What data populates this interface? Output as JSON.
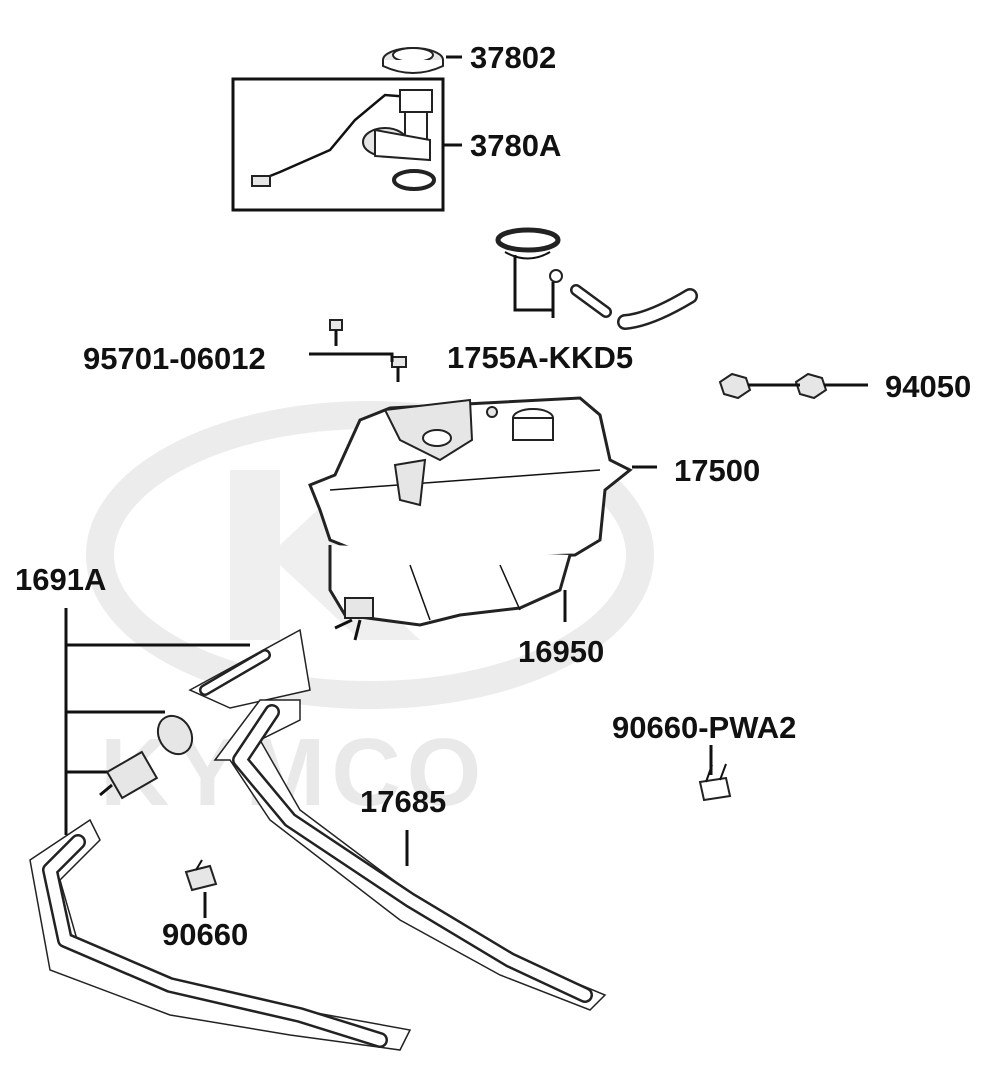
{
  "diagram": {
    "watermark_text": "KYMCO",
    "colors": {
      "ink": "#111111",
      "watermark": "#e9e9e9",
      "background": "#ffffff"
    },
    "labels": {
      "p37802": "37802",
      "p3780A": "3780A",
      "p1755A": "1755A-KKD5",
      "p95701": "95701-06012",
      "p94050": "94050",
      "p17500": "17500",
      "p1691A": "1691A",
      "p16950": "16950",
      "p90660PWA2": "90660-PWA2",
      "p17685": "17685",
      "p90660": "90660"
    }
  }
}
